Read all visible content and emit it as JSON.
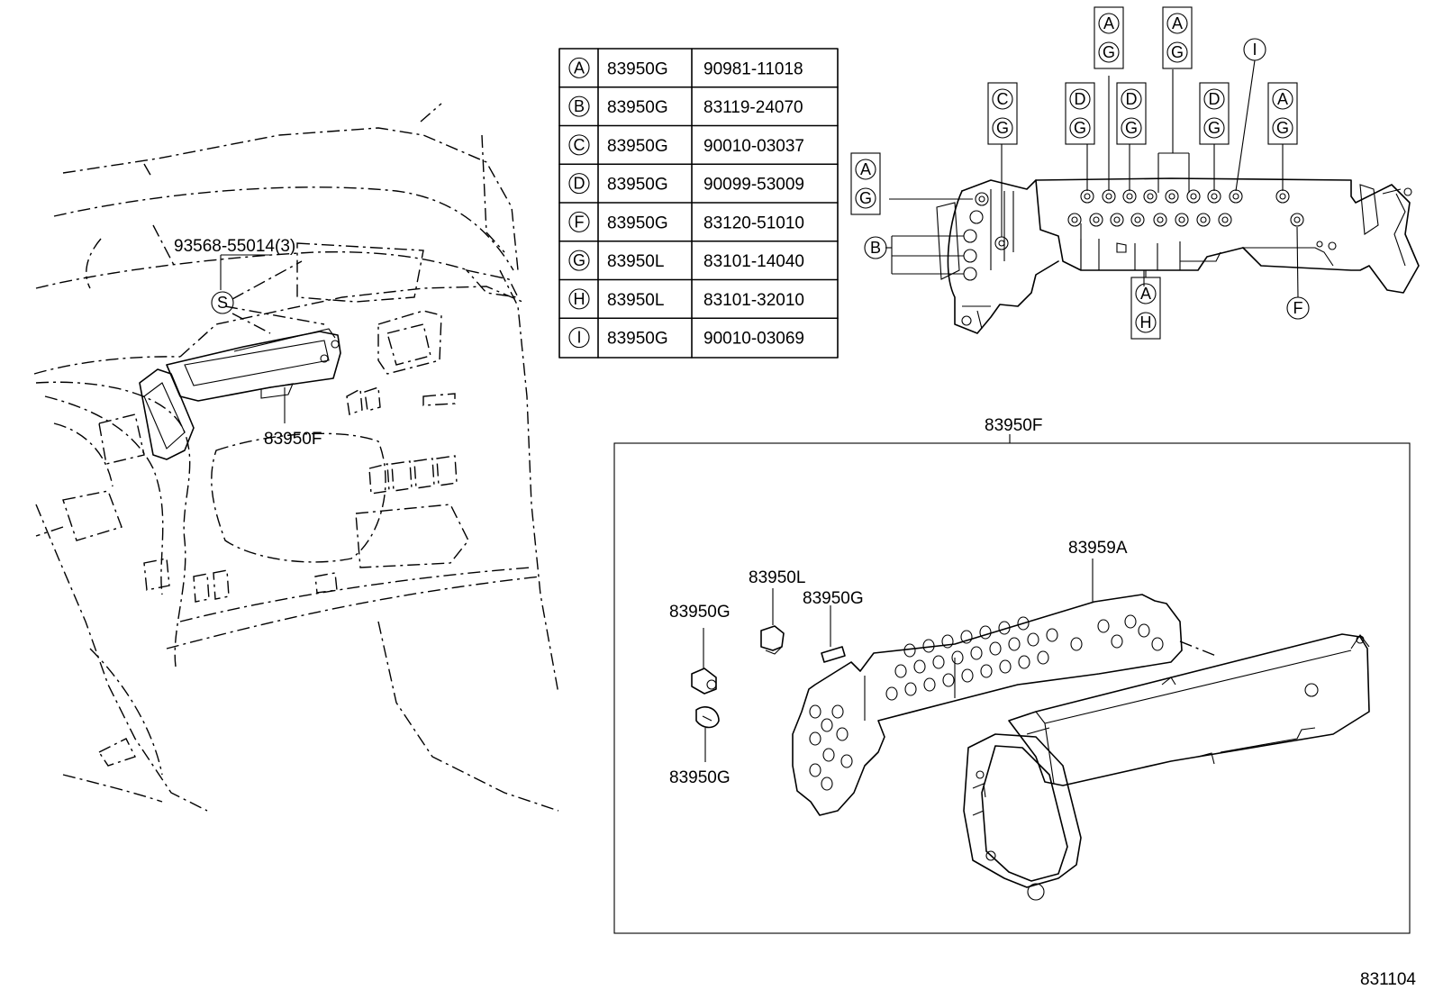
{
  "legend_table": [
    {
      "key": "A",
      "code": "83950G",
      "part": "90981-11018"
    },
    {
      "key": "B",
      "code": "83950G",
      "part": "83119-24070"
    },
    {
      "key": "C",
      "code": "83950G",
      "part": "90010-03037"
    },
    {
      "key": "D",
      "code": "83950G",
      "part": "90099-53009"
    },
    {
      "key": "F",
      "code": "83950G",
      "part": "83120-51010"
    },
    {
      "key": "G",
      "code": "83950L",
      "part": "83101-14040"
    },
    {
      "key": "H",
      "code": "83950L",
      "part": "83101-32010"
    },
    {
      "key": "I",
      "code": "83950G",
      "part": "90010-03069"
    }
  ],
  "left_view": {
    "screw_label": "93568-55014(3)",
    "screw_symbol": "S",
    "meter_label": "83950F"
  },
  "top_right_view": {
    "boxes": [
      {
        "top": "A",
        "bottom": "G"
      },
      {
        "top": "A",
        "bottom": "G"
      },
      {
        "top": "C",
        "bottom": "G"
      },
      {
        "top": "D",
        "bottom": "G"
      },
      {
        "top": "D",
        "bottom": "G"
      },
      {
        "top": "D",
        "bottom": "G"
      },
      {
        "top": "A",
        "bottom": "G"
      },
      {
        "top": "A",
        "bottom": "G"
      },
      {
        "top": "A",
        "bottom": "H"
      }
    ],
    "single_circles": [
      "I",
      "B",
      "F"
    ]
  },
  "exploded_view": {
    "frame_label": "83950F",
    "board_label": "83959A",
    "bulb_l_label": "83950L",
    "bulb_g_label_1": "83950G",
    "bulb_g_label_2": "83950G",
    "bulb_g_label_3": "83950G"
  },
  "figure_number": "831104"
}
